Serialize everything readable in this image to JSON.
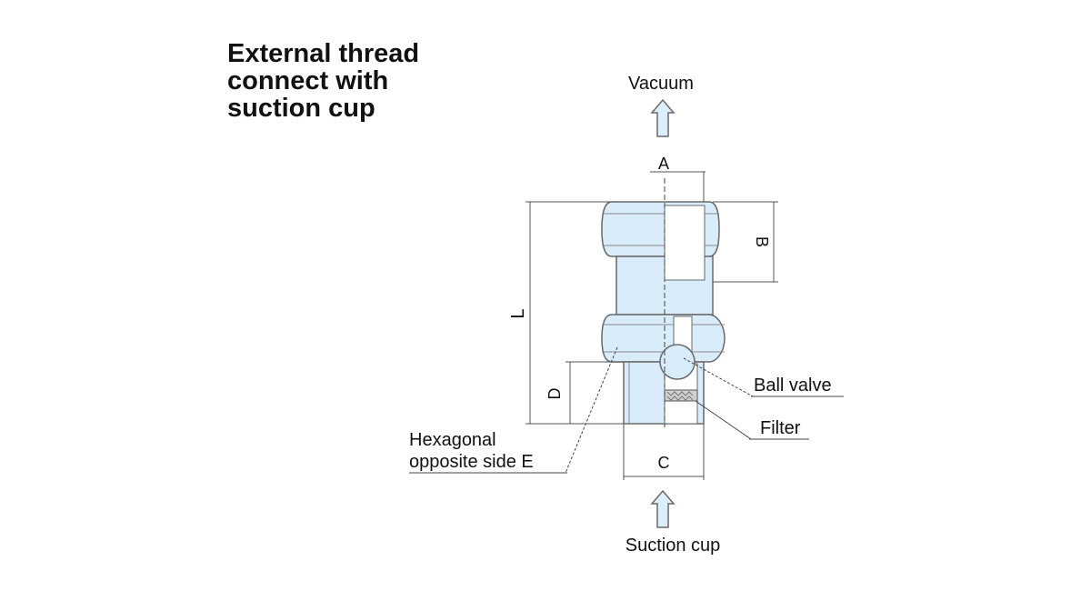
{
  "title": {
    "lines": [
      "External thread",
      "connect with",
      "suction cup"
    ]
  },
  "flow": {
    "top": "Vacuum",
    "bottom": "Suction cup"
  },
  "dimensions": {
    "A": "A",
    "B": "B",
    "C": "C",
    "D": "D",
    "L": "L"
  },
  "callouts": {
    "ball_valve": "Ball valve",
    "filter": "Filter",
    "hex_line1": "Hexagonal",
    "hex_line2": "opposite side E"
  },
  "colors": {
    "body_fill": "#d9ecfa",
    "outline": "#6a6a6a",
    "line": "#444444"
  }
}
